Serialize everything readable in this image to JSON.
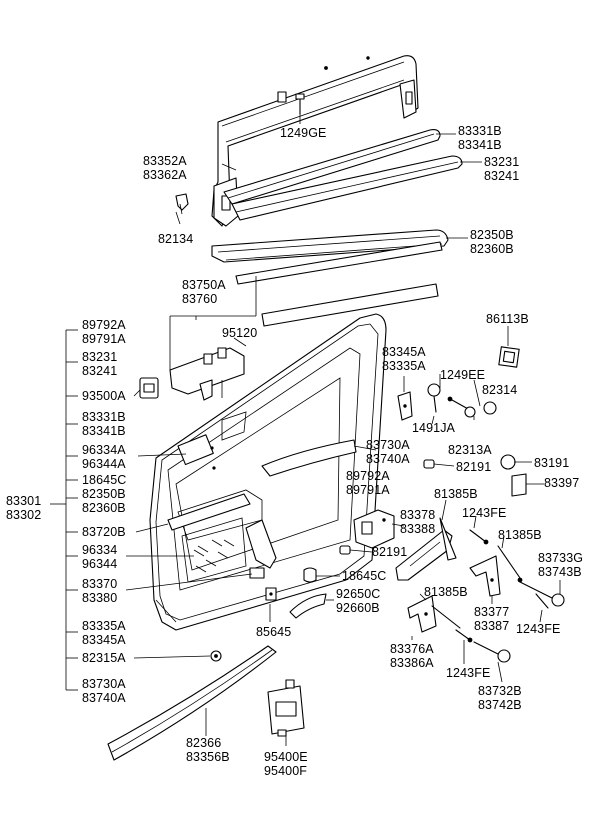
{
  "labels": {
    "l1249ge": "1249GE",
    "l83352a": "83352A",
    "l83362a": "83362A",
    "l83331b_top": "83331B",
    "l83341b_top": "83341B",
    "l83231_top": "83231",
    "l83241_top": "83241",
    "l82134": "82134",
    "l82350b_top": "82350B",
    "l82360b_top": "82360B",
    "l83750a": "83750A",
    "l83760": "83760",
    "l95120": "95120",
    "l86113b": "86113B",
    "l83345a_r": "83345A",
    "l83335a_r": "83335A",
    "l1249ee": "1249EE",
    "l82314": "82314",
    "l1491ja": "1491JA",
    "l82313a": "82313A",
    "l83730a_r": "83730A",
    "l83740a_r": "83740A",
    "l82191_a": "82191",
    "l83191": "83191",
    "l89792a_r": "89792A",
    "l89791a_r": "89791A",
    "l83397": "83397",
    "l81385b_1": "81385B",
    "l83378": "83378",
    "l83388": "83388",
    "l1243fe_1": "1243FE",
    "l81385b_2": "81385B",
    "l82191_b": "82191",
    "l83733g": "83733G",
    "l83743b": "83743B",
    "l18645c_r": "18645C",
    "l81385b_3": "81385B",
    "l92650c": "92650C",
    "l92660b": "92660B",
    "l83377": "83377",
    "l83387": "83387",
    "l1243fe_2": "1243FE",
    "l85645": "85645",
    "l83376a": "83376A",
    "l83386a": "83386A",
    "l1243fe_3": "1243FE",
    "l83732b": "83732B",
    "l83742b": "83742B",
    "l82366": "82366",
    "l83356b": "83356B",
    "l95400e": "95400E",
    "l95400f": "95400F",
    "l83301": "83301",
    "l83302": "83302",
    "g89792a": "89792A",
    "g89791a": "89791A",
    "g83231": "83231",
    "g83241": "83241",
    "g93500a": "93500A",
    "g83331b": "83331B",
    "g83341b": "83341B",
    "g96334a": "96334A",
    "g96344a": "96344A",
    "g18645c": "18645C",
    "g82350b": "82350B",
    "g82360b": "82360B",
    "g83720b": "83720B",
    "g96334": "96334",
    "g96344": "96344",
    "g83370": "83370",
    "g83380": "83380",
    "g83335a": "83335A",
    "g83345a": "83345A",
    "g82315a": "82315A",
    "g83730a": "83730A",
    "g83740a": "83740A"
  }
}
